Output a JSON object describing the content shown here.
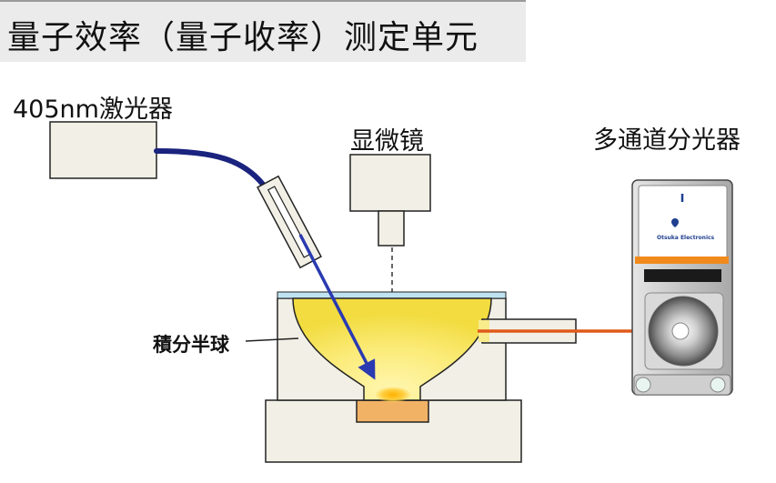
{
  "diagram": {
    "title": "量子效率（量子收率）测定单元",
    "labels": {
      "laser": "405nm激光器",
      "microscope": "显微镜",
      "spectrometer": "多通道分光器",
      "integrating_sphere": "積分半球"
    },
    "spectrometer_brand": "Otsuka Electronics"
  },
  "colors": {
    "background": "#ffffff",
    "title_band": "#ebebeb",
    "device_fill": "#f2f0e6",
    "device_stroke": "#222222",
    "fiber": "#1a237e",
    "laser_beam": "#2a3ab0",
    "light_output": "#e05a1a",
    "glass_top": "#bfe3f0",
    "sphere_glow_center": "#fff6b0",
    "sphere_glow_edge": "#f2dc40",
    "sample": "#f2b266",
    "spectrometer_stripe": "#f08a1c",
    "brand_blue": "#1f3f8f"
  },
  "icons": {
    "spectrometer_logo": "otsuka-drop-icon"
  }
}
